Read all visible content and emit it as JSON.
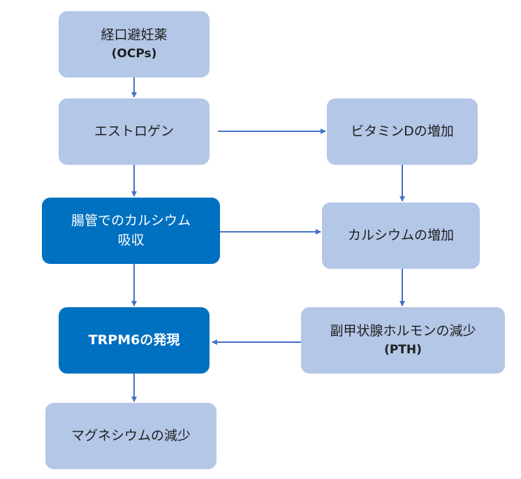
{
  "nodes": {
    "ocp": {
      "label": "経口避妊薬",
      "sub": "(OCPs)"
    },
    "estrogen": {
      "label": "エストロゲン"
    },
    "vitamin_d": {
      "label": "ビタミンDの増加"
    },
    "intestinal_ca": {
      "label": "腸管でのカルシウム",
      "label2": "吸収"
    },
    "calcium": {
      "label": "カルシウムの増加"
    },
    "trpm6": {
      "label": "TRPM6の発現"
    },
    "pth": {
      "label": "副甲状腺ホルモンの減少",
      "sub": "(PTH)"
    },
    "mg": {
      "label": "マグネシウムの減少"
    }
  },
  "colors": {
    "light_box": "#b4c7e7",
    "dark_box": "#0070c0",
    "arrow": "#4472c4"
  }
}
